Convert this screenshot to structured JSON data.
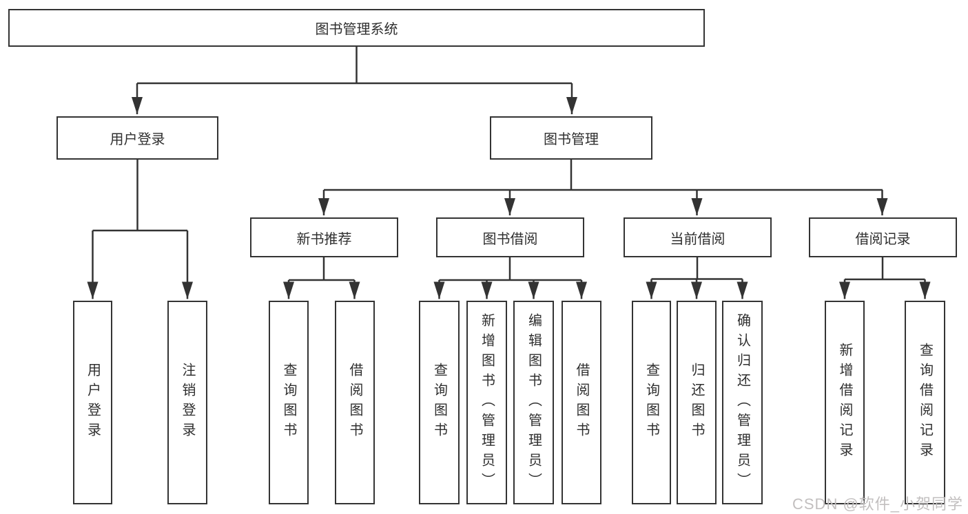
{
  "tree": {
    "label": "图书管理系统",
    "children": [
      {
        "label": "用户登录",
        "children": [
          {
            "label": "用户登录"
          },
          {
            "label": "注销登录"
          }
        ]
      },
      {
        "label": "图书管理",
        "children": [
          {
            "label": "新书推荐",
            "children": [
              {
                "label": "查询图书"
              },
              {
                "label": "借阅图书"
              }
            ]
          },
          {
            "label": "图书借阅",
            "children": [
              {
                "label": "查询图书"
              },
              {
                "label": "新增图书（管理员）"
              },
              {
                "label": "编辑图书（管理员）"
              },
              {
                "label": "借阅图书"
              }
            ]
          },
          {
            "label": "当前借阅",
            "children": [
              {
                "label": "查询图书"
              },
              {
                "label": "归还图书"
              },
              {
                "label": "确认归还（管理员）"
              }
            ]
          },
          {
            "label": "借阅记录",
            "children": [
              {
                "label": "新增借阅记录"
              },
              {
                "label": "查询借阅记录"
              }
            ]
          }
        ]
      }
    ]
  },
  "watermark": {
    "text": "CSDN @软件_小贺同学"
  },
  "colors": {
    "line": "#333333",
    "text": "#2f2f2f",
    "box_background": "#ffffff",
    "watermark": "#c2bfbf"
  }
}
